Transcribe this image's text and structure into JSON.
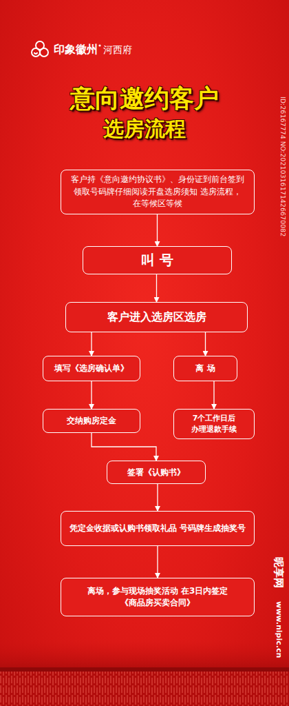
{
  "diagram": {
    "title": "意向邀约客户 选房流程",
    "nodes": [
      {
        "text": [
          "客户持《意向邀约协议书》、身份证到前台签到 领取号码牌仔细阅读开盘选房须知 选房流程，在等候区等候"
        ]
      },
      {
        "text": [
          "叫 号"
        ]
      },
      {
        "text": [
          "客户进入选房区选房"
        ]
      },
      {
        "text": [
          "填写《选房确认单》"
        ]
      },
      {
        "text": [
          "离 场"
        ]
      },
      {
        "text": [
          "交纳购房定金"
        ]
      },
      {
        "text": [
          "7个工作日后 办理退款手续"
        ]
      },
      {
        "text": [
          "签署《认购书》"
        ]
      },
      {
        "text": [
          "凭定金收据或认购书领取礼品 号码牌生成抽奖号"
        ]
      },
      {
        "text": [
          "离场，参与现场抽奖活动 在3日内签定《商品房买卖合同》"
        ]
      }
    ],
    "edges": [
      {
        "from": 0,
        "to": 1,
        "arrow": "to"
      },
      {
        "from": 1,
        "to": 2,
        "arrow": "to"
      },
      {
        "from": 2,
        "to": 3,
        "arrow": "to"
      },
      {
        "from": 2,
        "to": 4,
        "arrow": "to"
      },
      {
        "from": 3,
        "to": 5,
        "arrow": "to"
      },
      {
        "from": 4,
        "to": 6,
        "arrow": "to"
      },
      {
        "from": 5,
        "to": 7,
        "arrow": "to"
      },
      {
        "from": 7,
        "to": 8,
        "arrow": "to"
      },
      {
        "from": 8,
        "to": 9,
        "arrow": "to"
      }
    ],
    "labels": [
      "印象徽州",
      "河西府",
      "ID:26167774 NO:20210316171426670082",
      "昵享网",
      "www.nipic.cn"
    ]
  }
}
